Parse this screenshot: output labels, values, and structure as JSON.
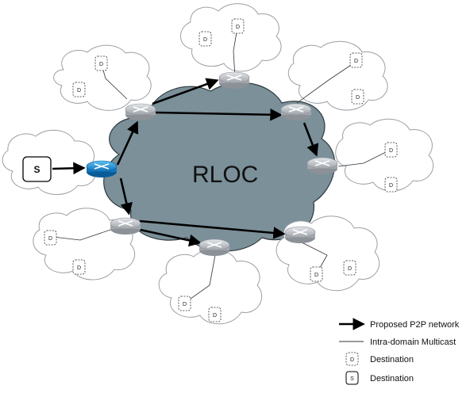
{
  "core_label": "RLOC",
  "source_label": "S",
  "destination_label": "D",
  "legend": [
    {
      "icon": "thick-arrow",
      "label": "Proposed P2P network"
    },
    {
      "icon": "thin-line",
      "label": "Intra-domain Multicast"
    },
    {
      "icon": "dashed-box-d",
      "label": "Destination",
      "box_text": "D"
    },
    {
      "icon": "solid-box-s",
      "label": "Destination",
      "box_text": "S"
    }
  ],
  "colors": {
    "core_cloud": "#7b9099",
    "domain_cloud_stroke": "#9aa0a6",
    "router_gray": "#bfc3c8",
    "source_router": "#1f8fd6",
    "arrow": "#000000"
  }
}
